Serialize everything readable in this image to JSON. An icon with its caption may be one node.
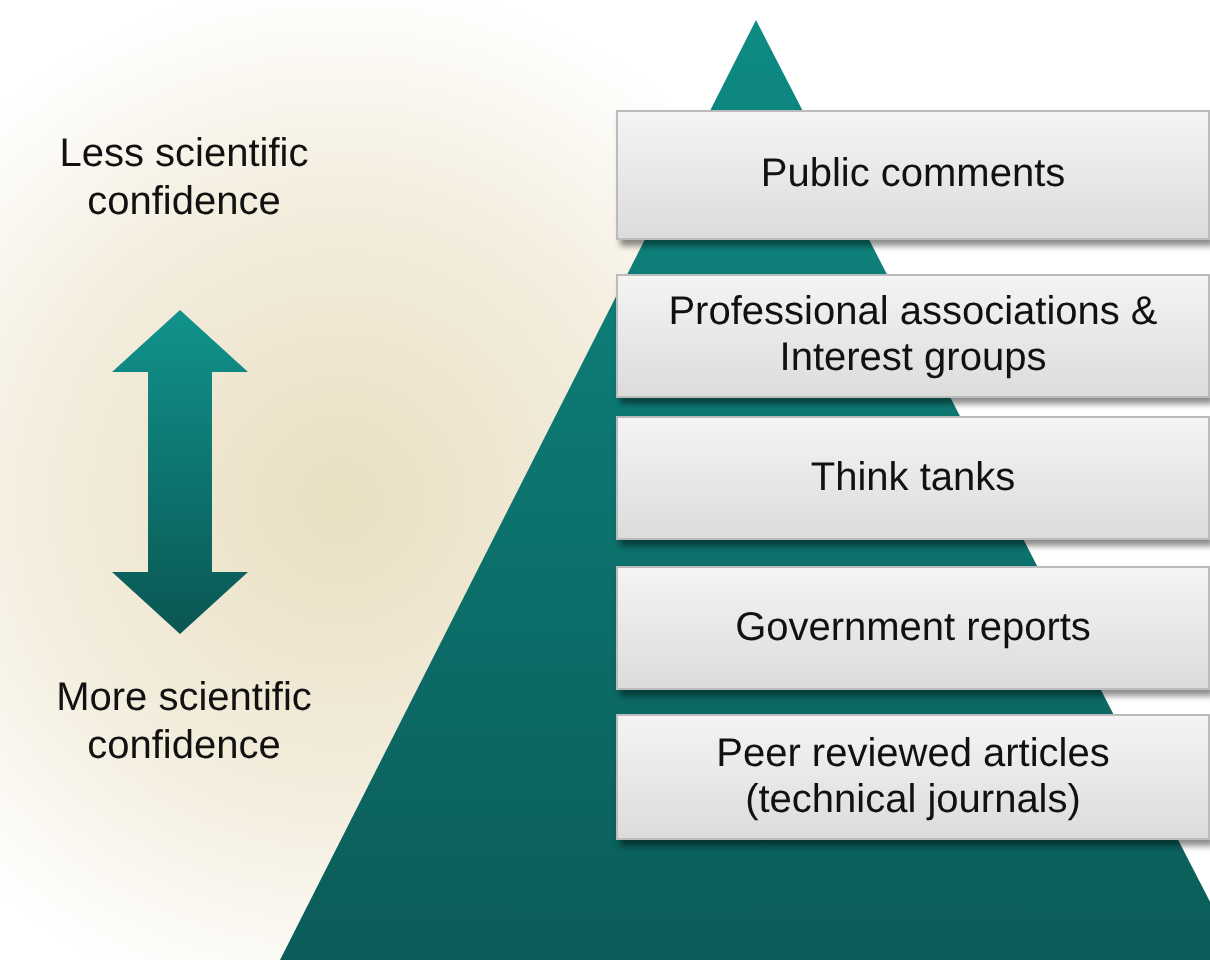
{
  "diagram": {
    "nodes": [
      {
        "text": [
          "Public comments"
        ]
      },
      {
        "text": [
          "Professional associations & Interest groups"
        ]
      },
      {
        "text": [
          "Think tanks"
        ]
      },
      {
        "text": [
          "Government reports"
        ]
      },
      {
        "text": [
          "Peer reviewed articles (technical journals)"
        ]
      }
    ],
    "labels": [
      "Less scientific confidence",
      "More scientific confidence"
    ]
  }
}
